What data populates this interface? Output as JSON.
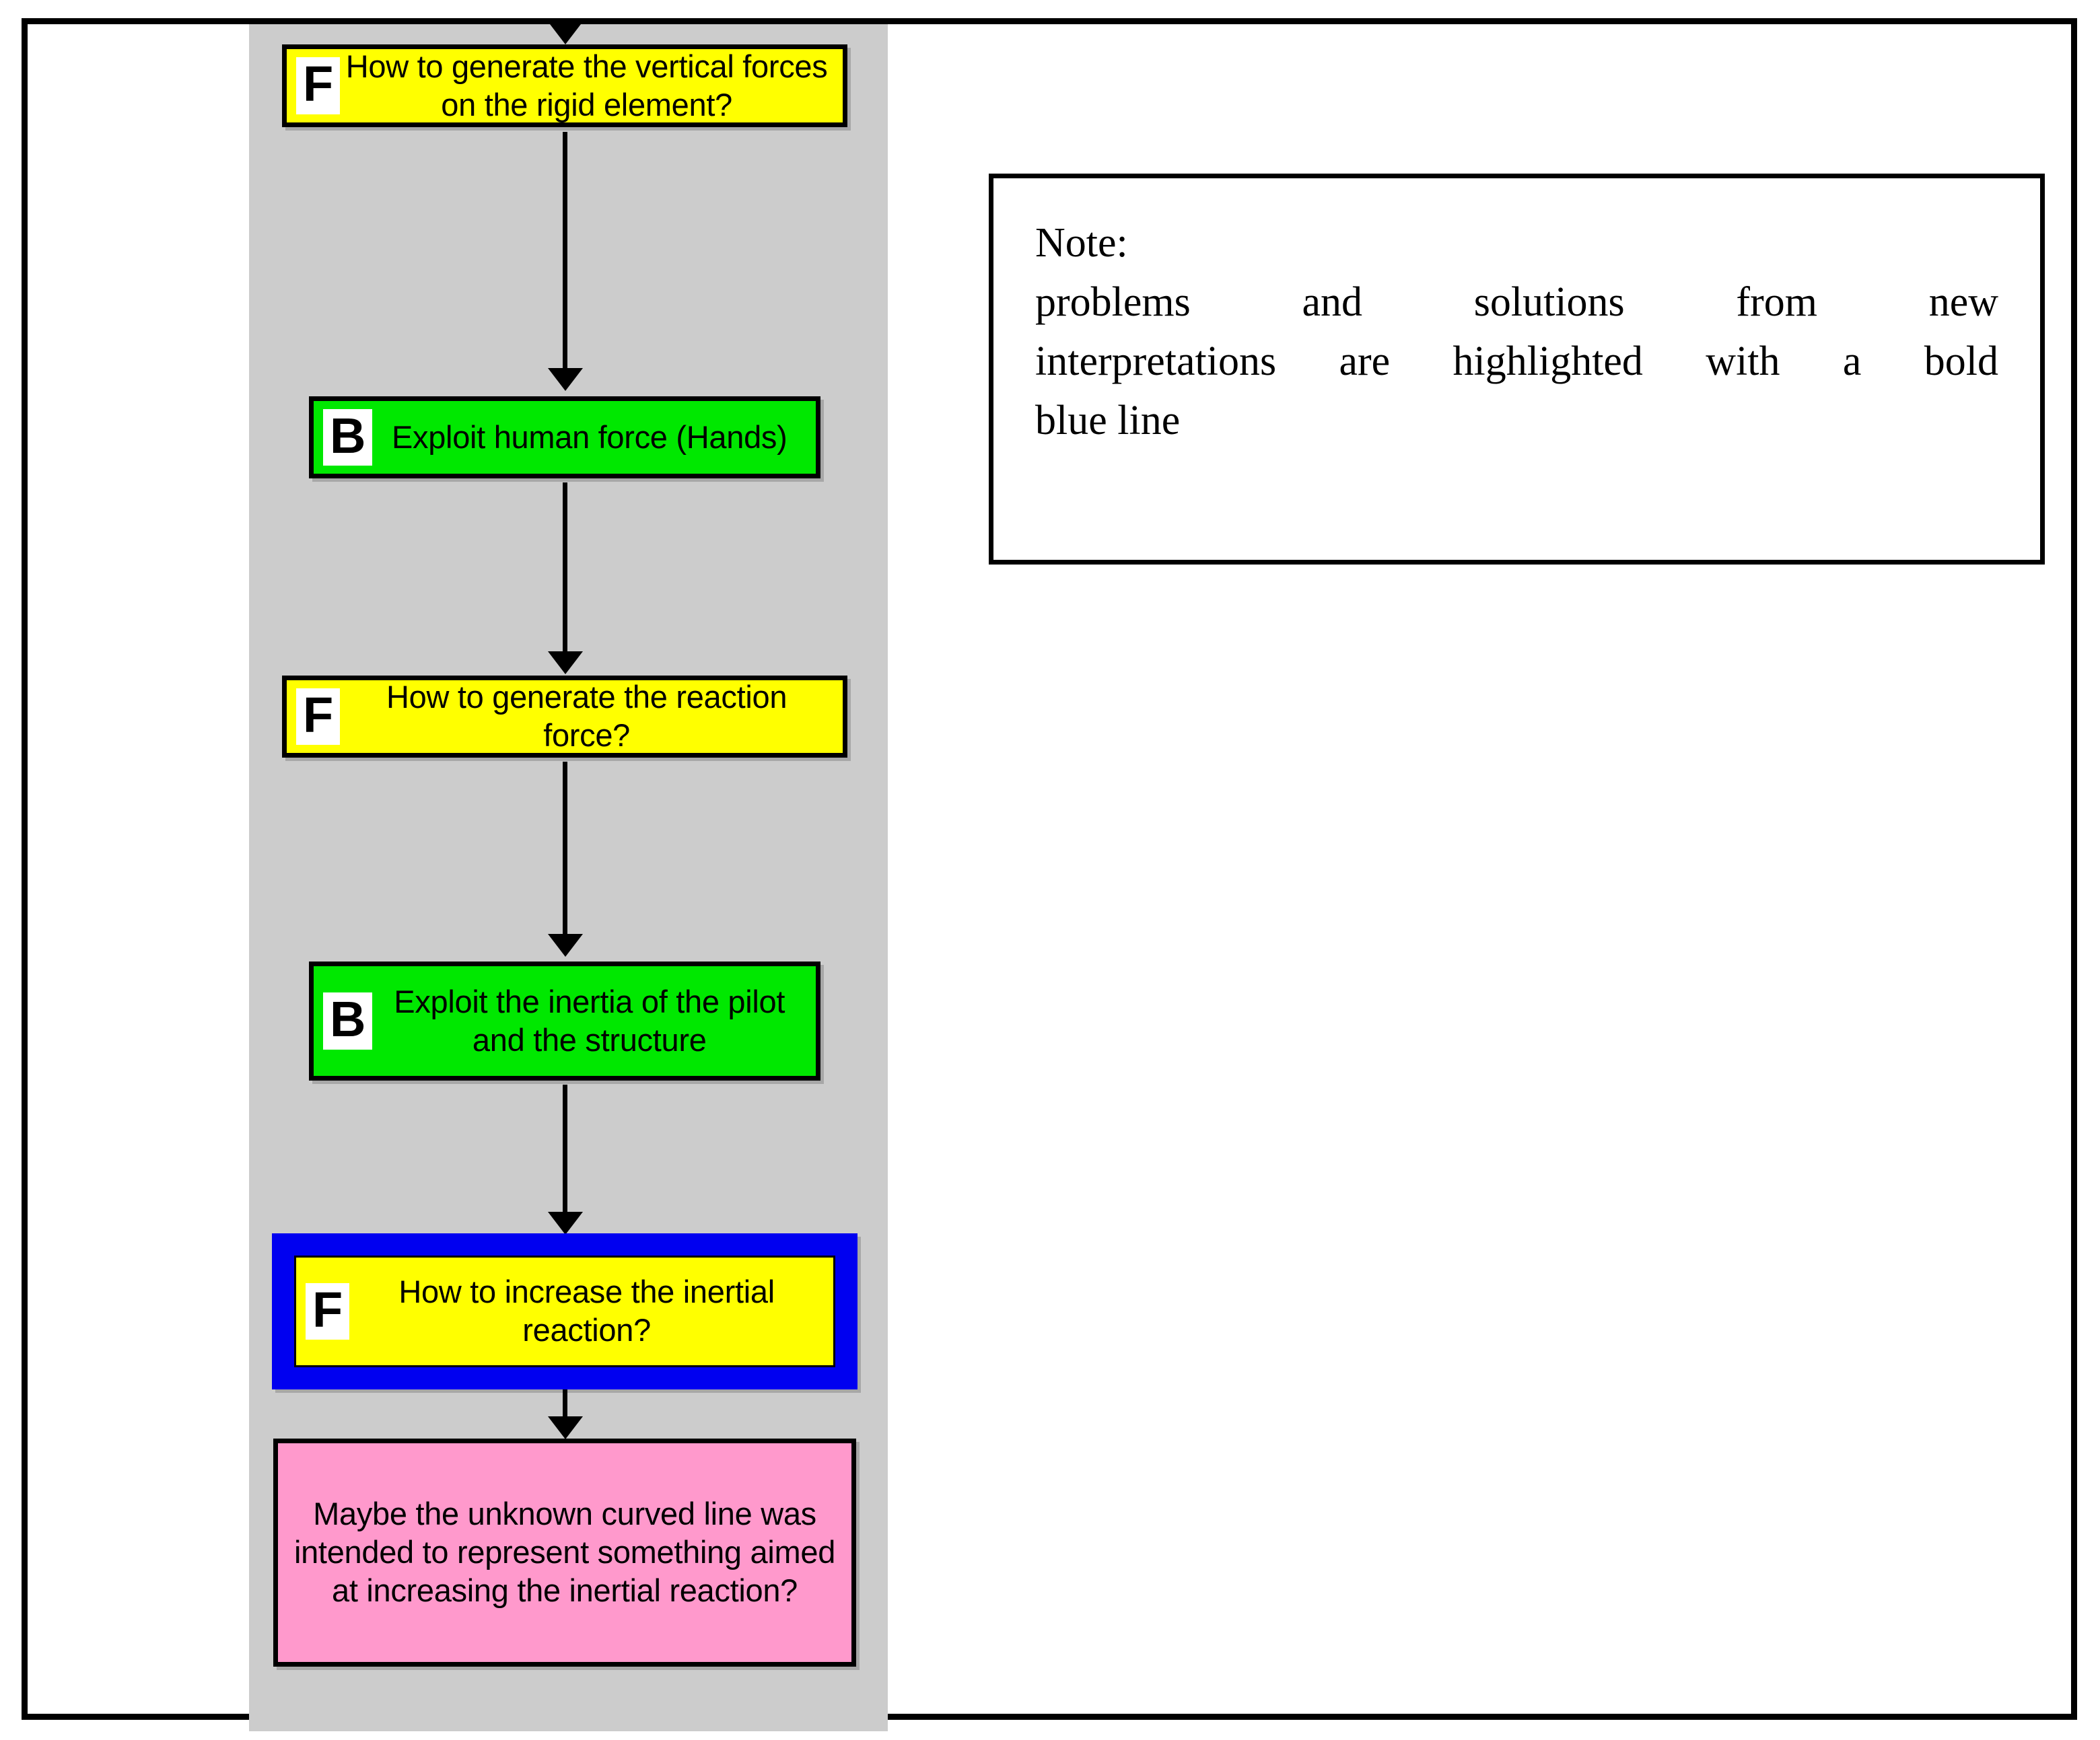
{
  "page": {
    "background": "#ffffff",
    "frame_color": "#000000"
  },
  "flow": {
    "panel_background": "#cccccc",
    "colors": {
      "problem": "#ffff00",
      "solution": "#00e800",
      "hypothesis": "#ff99cc",
      "highlight_border": "#0000f0",
      "badge_background": "#ffffff"
    },
    "nodes": [
      {
        "id": "node-1",
        "badge": "F",
        "text": "How to generate the vertical forces on the rigid element?",
        "kind": "problem",
        "highlighted": false
      },
      {
        "id": "node-2",
        "badge": "B",
        "text": "Exploit human force  (Hands)",
        "kind": "solution",
        "highlighted": false
      },
      {
        "id": "node-3",
        "badge": "F",
        "text": "How to generate the reaction force?",
        "kind": "problem",
        "highlighted": false
      },
      {
        "id": "node-4",
        "badge": "B",
        "text": "Exploit the inertia of the pilot and the structure",
        "kind": "solution",
        "highlighted": false
      },
      {
        "id": "node-5",
        "badge": "F",
        "text": "How to increase the inertial reaction?",
        "kind": "problem",
        "highlighted": true
      },
      {
        "id": "node-6",
        "badge": "",
        "text": "Maybe the unknown curved line was intended to represent something aimed at increasing the inertial reaction?",
        "kind": "hypothesis",
        "highlighted": false
      }
    ]
  },
  "note": {
    "title": "Note:",
    "line_1": "problems and solutions from new",
    "line_2": "interpretations are highlighted with a bold",
    "line_3": "blue line"
  }
}
